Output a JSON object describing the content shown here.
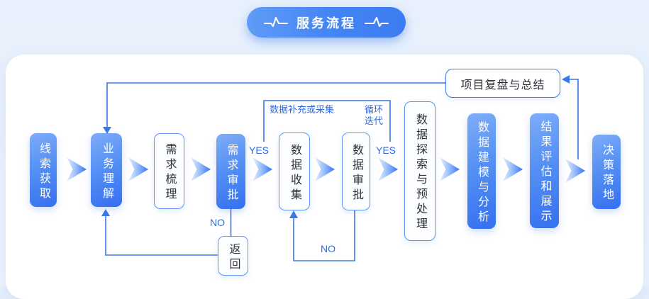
{
  "header": {
    "title": "服务流程"
  },
  "theme": {
    "accent_color": "#3b76e8",
    "node_blue_gradient": [
      "#7fadf8",
      "#356ff0"
    ],
    "panel_background": "#ffffff",
    "page_background": "#ecf3fd"
  },
  "flow": {
    "nodes": [
      {
        "label": "线索获取",
        "variant": "blue"
      },
      {
        "label": "业务理解",
        "variant": "blue"
      },
      {
        "label": "需求梳理",
        "variant": "white"
      },
      {
        "label": "需求审批",
        "variant": "blue"
      },
      {
        "label": "数据收集",
        "variant": "white"
      },
      {
        "label": "数据审批",
        "variant": "white"
      },
      {
        "label": "数据探索与预处理",
        "variant": "white"
      },
      {
        "label": "数据建模与分析",
        "variant": "blue"
      },
      {
        "label": "结果评估和展示",
        "variant": "blue"
      },
      {
        "label": "决策落地",
        "variant": "blue"
      }
    ],
    "review_node": {
      "label": "项目复盘与总结"
    },
    "return_node": {
      "label": "返回"
    },
    "edge_labels": {
      "yes_requirement": "YES",
      "yes_data": "YES",
      "no_requirement": "NO",
      "no_data": "NO",
      "loop_supplement": "数据补充或采集",
      "loop_iteration": "循环迭代"
    },
    "icons": {
      "header_left": "pulse-line-icon",
      "header_right": "pulse-line-icon"
    }
  }
}
